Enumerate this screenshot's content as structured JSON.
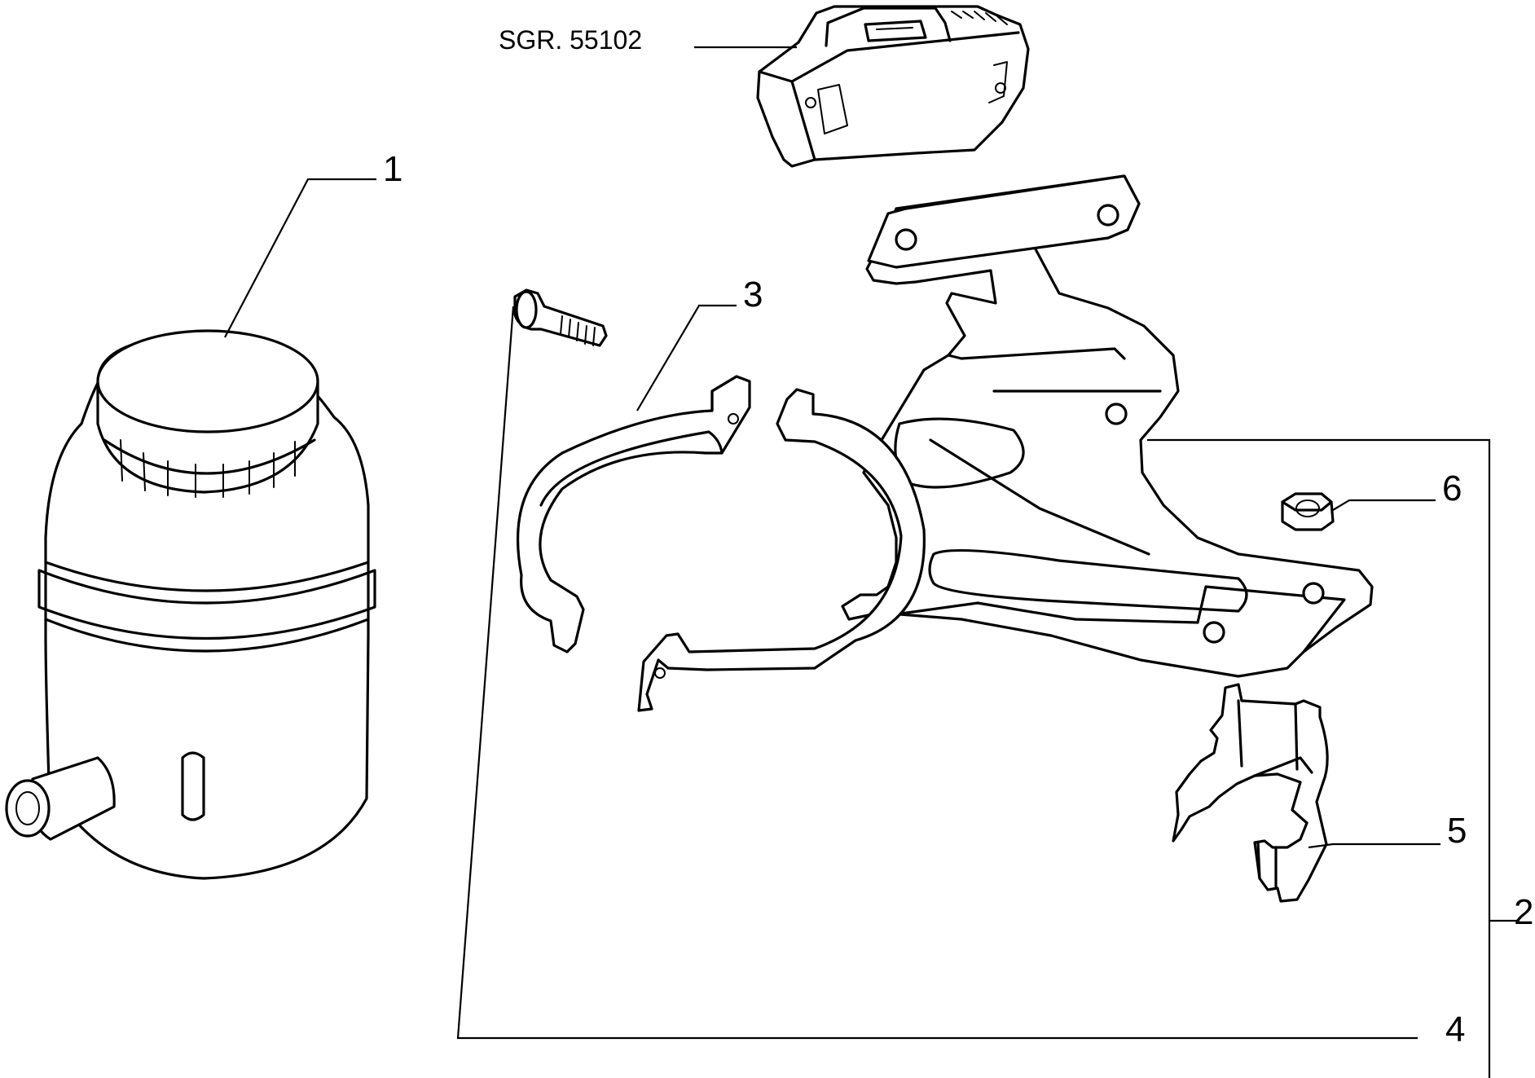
{
  "reference": "SGR. 55102",
  "callouts": {
    "c1": "1",
    "c2": "2",
    "c3": "3",
    "c4": "4",
    "c5": "5",
    "c6": "6"
  },
  "parts": [
    {
      "number": "1",
      "icon": "reservoir-icon"
    },
    {
      "number": "2",
      "icon": "bracket-icon"
    },
    {
      "number": "3",
      "icon": "clamp-band-icon"
    },
    {
      "number": "4",
      "icon": "bolt-icon"
    },
    {
      "number": "5",
      "icon": "clip-icon"
    },
    {
      "number": "6",
      "icon": "nut-icon"
    }
  ]
}
